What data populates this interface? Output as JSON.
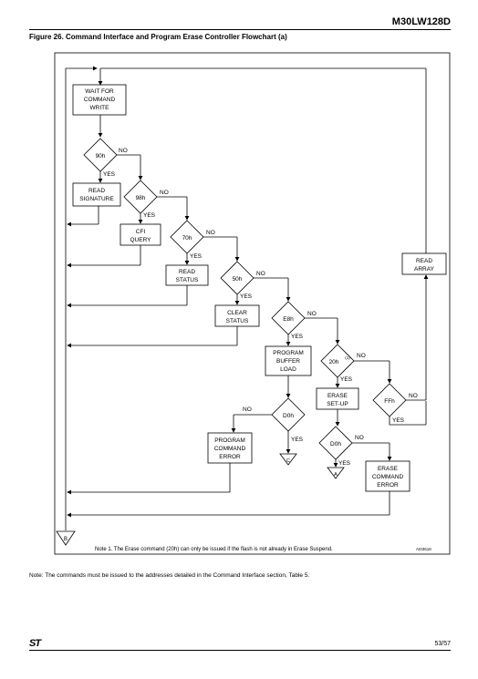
{
  "header": {
    "doc_id": "M30LW128D"
  },
  "figure": {
    "title": "Figure 26. Command Interface and Program Erase Controller Flowchart (a)",
    "code": "AI03618",
    "inner_note": "Note 1. The Erase command (20h) can only be issued if the flash is not already in Erase Suspend."
  },
  "flow": {
    "wait": [
      "WAIT FOR",
      "COMMAND",
      "WRITE"
    ],
    "d_90h": "90h",
    "d_98h": "98h",
    "d_70h": "70h",
    "d_50h": "50h",
    "d_e8h": "E8h",
    "d_20h": "20h",
    "d_20h_sup": "(1)",
    "d_ffh": "FFh",
    "d_d0h_1": "D0h",
    "d_d0h_2": "D0h",
    "read_sig": [
      "READ",
      "SIGNATURE"
    ],
    "cfi": [
      "CFI",
      "QUERY"
    ],
    "read_status": [
      "READ",
      "STATUS"
    ],
    "clear_status": [
      "CLEAR",
      "STATUS"
    ],
    "prog_buf": [
      "PROGRAM",
      "BUFFER",
      "LOAD"
    ],
    "erase_setup": [
      "ERASE",
      "SET-UP"
    ],
    "read_array": [
      "READ",
      "ARRAY"
    ],
    "prog_err": [
      "PROGRAM",
      "COMMAND",
      "ERROR"
    ],
    "erase_err": [
      "ERASE",
      "COMMAND",
      "ERROR"
    ],
    "yes": "YES",
    "no": "NO",
    "conn_a": "A",
    "conn_b": "B",
    "conn_c": "C"
  },
  "note": "Note: The commands must be issued to the addresses detailed in the Command Interface section, Table 5.",
  "footer": {
    "logo": "ST",
    "page": "53/57"
  }
}
